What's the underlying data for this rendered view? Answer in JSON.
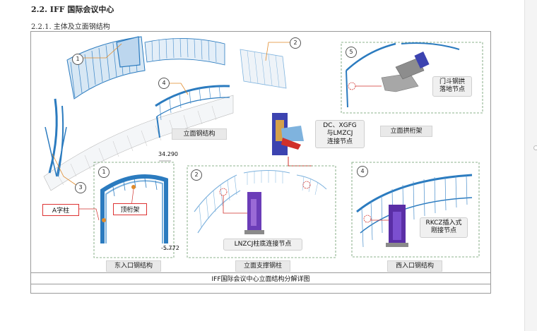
{
  "document": {
    "heading": "2.2. IFF 国际会议中心",
    "subheading": "2.2.1. 主体及立面钢结构",
    "caption": "IFF国际会议中心立面结构分解详图"
  },
  "figure": {
    "markers": [
      "1",
      "2",
      "4",
      "3",
      "1",
      "2",
      "4",
      "5"
    ],
    "labels": {
      "facade_steel": "立面钢结构",
      "facade_arch_truss": "立面拱桁架",
      "door_arch_node": "门斗钢拱\n落地节点",
      "dc_node": "DC、XGFG\n与LMZCJ\n连接节点",
      "a_column": "A字柱",
      "top_truss": "顶桁架",
      "elev_top": "34.290",
      "elev_bottom": "-5.772",
      "east_entry": "东入口钢结构",
      "lnzcj_node": "LNZCJ柱底连接节点",
      "facade_column": "立面支撑钢柱",
      "rkcz_node": "RKCZ插入式\n刚接节点",
      "west_entry": "西入口钢结构"
    }
  },
  "colors": {
    "steel_blue": "#2b7bbf",
    "steel_light": "#7fb3de",
    "detail_red": "#d0302b",
    "node_purple": "#5a2ea6",
    "dashed_green": "#6a9a6a"
  }
}
